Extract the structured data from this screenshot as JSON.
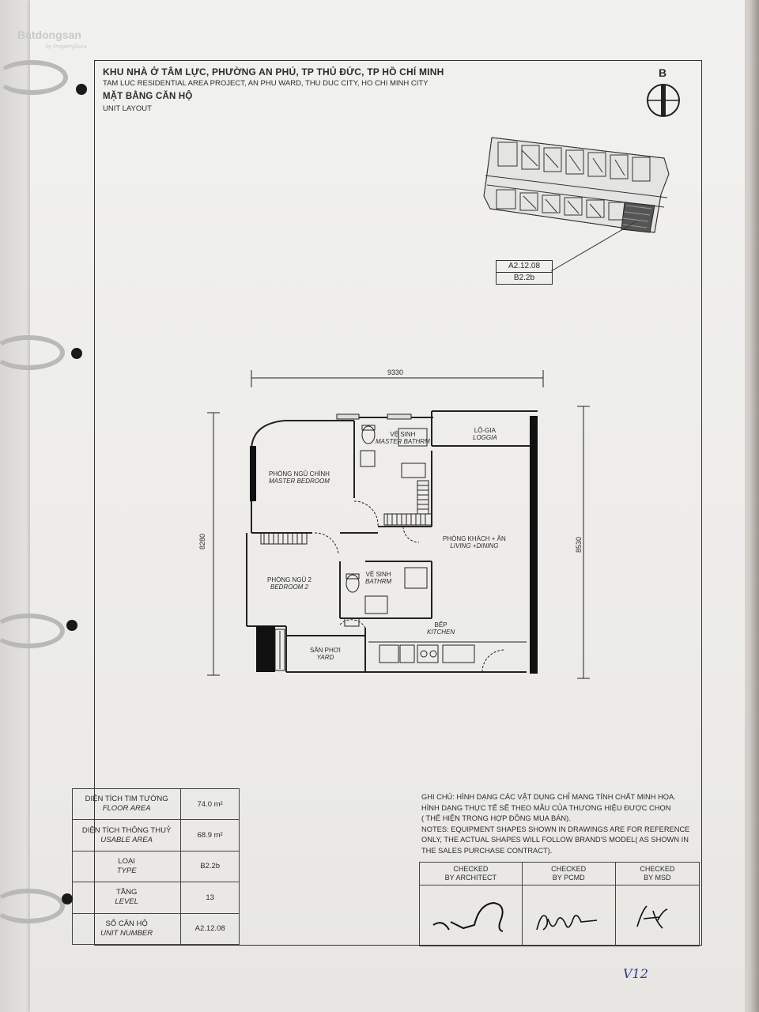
{
  "watermark": {
    "brand": "Batdongsan",
    "sub": "by PropertyGuru"
  },
  "header": {
    "title_vn": "KHU NHÀ Ở TÂM LỰC, PHƯỜNG AN PHÚ, TP THỦ ĐỨC, TP HỒ CHÍ MINH",
    "title_en": "TAM LUC RESIDENTIAL AREA PROJECT, AN PHU WARD, THU DUC CITY, HO CHI MINH CITY",
    "subtitle_vn": "MẶT BẰNG CĂN HỘ",
    "subtitle_en": "UNIT LAYOUT"
  },
  "north": {
    "label": "B"
  },
  "key_plan": {
    "unit_code": "A2.12.08",
    "unit_type": "B2.2b"
  },
  "dimensions": {
    "width": "9330",
    "left_height": "8280",
    "right_height": "8530"
  },
  "rooms": {
    "master_bath": {
      "vn": "VỆ SINH",
      "en": "MASTER BATHRM"
    },
    "loggia": {
      "vn": "LÔ-GIA",
      "en": "LOGGIA"
    },
    "master_bedroom": {
      "vn": "PHÒNG NGỦ CHÍNH",
      "en": "MASTER BEDROOM"
    },
    "living": {
      "vn": "PHÒNG KHÁCH + ĂN",
      "en": "LIVING +DINING"
    },
    "bedroom2": {
      "vn": "PHÒNG NGỦ 2",
      "en": "BEDROOM 2"
    },
    "bath": {
      "vn": "VỆ SINH",
      "en": "BATHRM"
    },
    "kitchen": {
      "vn": "BẾP",
      "en": "KITCHEN"
    },
    "yard": {
      "vn": "SÂN PHƠI",
      "en": "YARD"
    }
  },
  "info": {
    "floor_area": {
      "vn": "DIỆN TÍCH TIM TƯỜNG",
      "en": "FLOOR AREA",
      "value": "74.0 m²"
    },
    "usable_area": {
      "vn": "DIỆN TÍCH THÔNG THUỶ",
      "en": "USABLE AREA",
      "value": "68.9 m²"
    },
    "type": {
      "vn": "LOẠI",
      "en": "TYPE",
      "value": "B2.2b"
    },
    "level": {
      "vn": "TẦNG",
      "en": "LEVEL",
      "value": "13"
    },
    "unit": {
      "vn": "SỐ CĂN HỘ",
      "en": "UNIT NUMBER",
      "value": "A2.12.08"
    }
  },
  "notes": {
    "vn_1": "GHI CHÚ: HÌNH DẠNG CÁC VẬT DỤNG CHỈ MANG TÍNH CHẤT MINH HỌA.",
    "vn_2": "HÌNH DẠNG THỰC TẾ SẼ THEO MẪU CỦA THƯƠNG HIỆU ĐƯỢC CHỌN",
    "vn_3": "( THỂ HIỆN TRONG HỢP ĐỒNG MUA BÁN).",
    "en_1": "NOTES: EQUIPMENT SHAPES SHOWN IN DRAWINGS ARE FOR REFERENCE",
    "en_2": "ONLY, THE ACTUAL SHAPES WILL FOLLOW BRAND'S MODEL( AS SHOWN IN",
    "en_3": "THE SALES PURCHASE CONTRACT)."
  },
  "checks": {
    "architect": {
      "l1": "CHECKED",
      "l2": "BY ARCHITECT"
    },
    "pcmd": {
      "l1": "CHECKED",
      "l2": "BY PCMD"
    },
    "msd": {
      "l1": "CHECKED",
      "l2": "BY MSD"
    }
  },
  "handwriting": {
    "page_mark": "V12"
  }
}
